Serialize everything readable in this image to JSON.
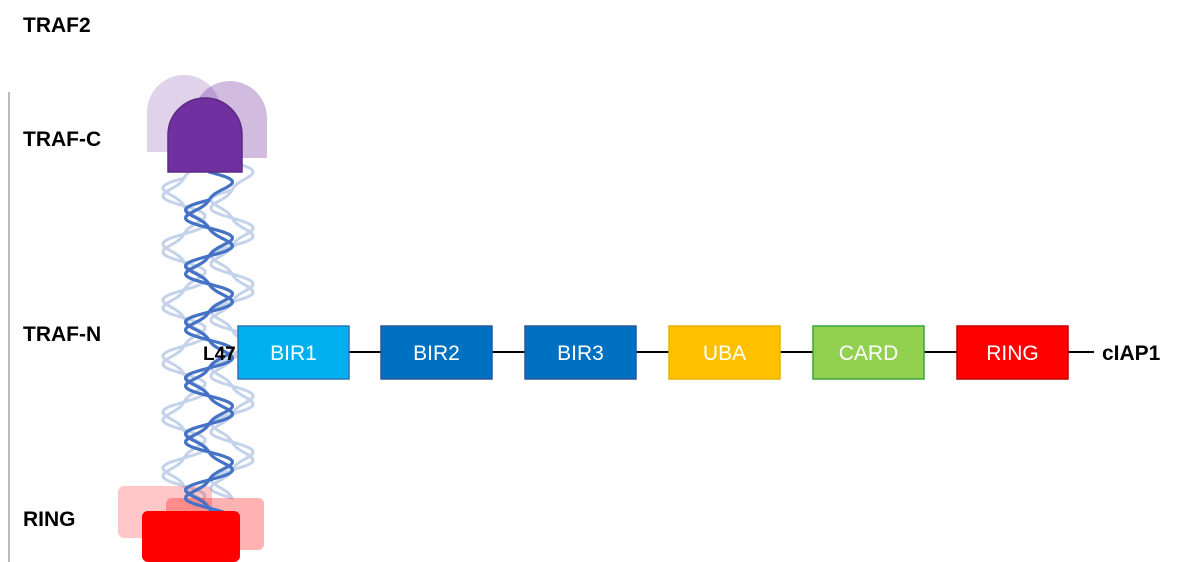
{
  "traf2": {
    "title": "TRAF2",
    "regions": {
      "traf_c": "TRAF-C",
      "traf_n": "TRAF-N",
      "ring": "RING"
    },
    "colors": {
      "traf_c": "#7030a0",
      "traf_c_faded": "#cdb4dd",
      "helix": "#4472c4",
      "helix_faded": "#c5d3ea",
      "ring": "#ff0000",
      "ring_faded": "#f7b0b0"
    }
  },
  "ciap1": {
    "label": "cIAP1",
    "residue_label": "L47",
    "domains": [
      {
        "label": "BIR1",
        "fill": "#00b0f0",
        "stroke": "#2e75b6"
      },
      {
        "label": "BIR2",
        "fill": "#0070c0",
        "stroke": "#2e5597"
      },
      {
        "label": "BIR3",
        "fill": "#0070c0",
        "stroke": "#2e5597"
      },
      {
        "label": "UBA",
        "fill": "#ffc000",
        "stroke": "#e8b000"
      },
      {
        "label": "CARD",
        "fill": "#92d050",
        "stroke": "#3aa53a"
      },
      {
        "label": "RING",
        "fill": "#ff0000",
        "stroke": "#c00000"
      }
    ]
  }
}
